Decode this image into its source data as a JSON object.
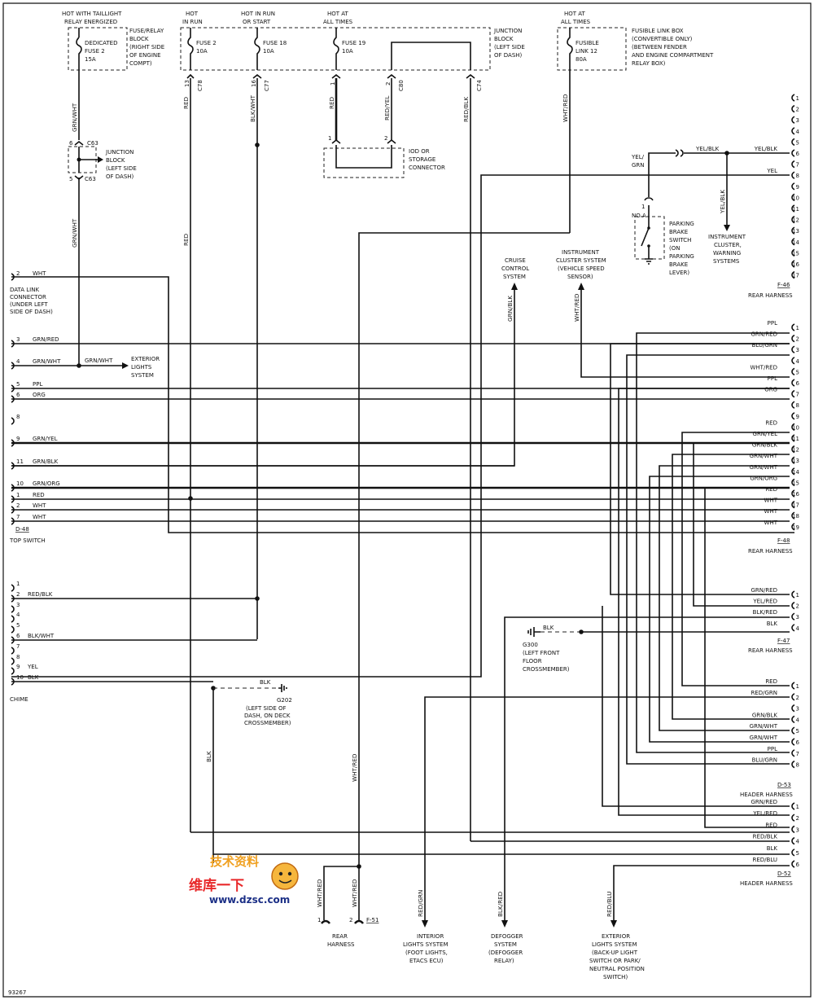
{
  "fig_id": "93267",
  "sources": {
    "s1": [
      "HOT WITH TAILLIGHT",
      "RELAY ENERGIZED"
    ],
    "s2": [
      "HOT",
      "IN RUN"
    ],
    "s3": [
      "HOT IN RUN",
      "OR START"
    ],
    "s4": [
      "HOT AT",
      "ALL TIMES"
    ],
    "s5": [
      "HOT AT",
      "ALL TIMES"
    ]
  },
  "fuses": {
    "f1": [
      "DEDICATED",
      "FUSE 2",
      "15A"
    ],
    "f2": [
      "FUSE 2",
      "10A"
    ],
    "f3": [
      "FUSE 18",
      "10A"
    ],
    "f4": [
      "FUSE 19",
      "10A"
    ],
    "f5": [
      "FUSIBLE",
      "LINK 12",
      "80A"
    ]
  },
  "blocks": {
    "fuse_relay": [
      "FUSE/RELAY",
      "BLOCK",
      "(RIGHT SIDE",
      "OF ENGINE",
      "COMPT)"
    ],
    "junction_top": [
      "JUNCTION",
      "BLOCK",
      "(LEFT SIDE",
      "OF DASH)"
    ],
    "fusible_box": [
      "FUSIBLE LINK BOX",
      "(CONVERTIBLE ONLY)",
      "(BETWEEN FENDER",
      "AND ENGINE COMPARTMENT",
      "RELAY BOX)"
    ],
    "junction_left": [
      "JUNCTION",
      "BLOCK",
      "(LEFT SIDE",
      "OF DASH)"
    ],
    "iod": [
      "IOD OR",
      "STORAGE",
      "CONNECTOR"
    ]
  },
  "connectors": {
    "c78": "C78",
    "c77": "C77",
    "c80": "C80",
    "c74": "C74",
    "c63a": "C63",
    "c63b": "C63",
    "pin13": "13",
    "pin16": "16",
    "pin1a": "1",
    "pin2a": "2",
    "iod1": "1",
    "iod2": "2",
    "c63_pin6": "6",
    "c63_pin5": "5"
  },
  "wires": {
    "grn_wht": "GRN/WHT",
    "red": "RED",
    "blk_wht": "BLK/WHT",
    "red_yel": "RED/YEL",
    "red_blk": "RED/BLK",
    "wht_red": "WHT/RED",
    "grn_blk": "GRN/BLK",
    "blk": "BLK",
    "red_grn": "RED/GRN",
    "blk_red": "BLK/RED",
    "red_blu": "RED/BLU",
    "yel_blk": "YEL/BLK",
    "yel_grn": [
      "YEL/",
      "GRN"
    ]
  },
  "data_link": {
    "pin_num": "2",
    "wire": "WHT",
    "label": [
      "DATA LINK",
      "CONNECTOR",
      "(UNDER LEFT",
      "SIDE OF DASH)"
    ]
  },
  "top_switch": {
    "name": "TOP SWITCH",
    "id": "D-48",
    "pins": [
      {
        "pin": "3",
        "wire": "GRN/RED"
      },
      {
        "pin": "4",
        "wire": "GRN/WHT"
      },
      {
        "pin": "5",
        "wire": "PPL"
      },
      {
        "pin": "6",
        "wire": "ORG"
      },
      {
        "pin": "8",
        "wire": ""
      },
      {
        "pin": "9",
        "wire": "GRN/YEL"
      },
      {
        "pin": "11",
        "wire": "GRN/BLK"
      },
      {
        "pin": "10",
        "wire": "GRN/ORG"
      },
      {
        "pin": "1",
        "wire": "RED"
      },
      {
        "pin": "2",
        "wire": "WHT"
      },
      {
        "pin": "7",
        "wire": "WHT"
      }
    ]
  },
  "chime": {
    "name": "CHIME",
    "pins": [
      {
        "pin": "1",
        "wire": ""
      },
      {
        "pin": "2",
        "wire": "RED/BLK"
      },
      {
        "pin": "3",
        "wire": ""
      },
      {
        "pin": "4",
        "wire": ""
      },
      {
        "pin": "5",
        "wire": ""
      },
      {
        "pin": "6",
        "wire": "BLK/WHT"
      },
      {
        "pin": "7",
        "wire": ""
      },
      {
        "pin": "8",
        "wire": ""
      },
      {
        "pin": "9",
        "wire": "YEL"
      },
      {
        "pin": "10",
        "wire": "BLK"
      }
    ]
  },
  "f46": {
    "id": "F-46",
    "name": "REAR HARNESS",
    "pins": [
      {
        "pin": "1",
        "wire": ""
      },
      {
        "pin": "2",
        "wire": ""
      },
      {
        "pin": "3",
        "wire": ""
      },
      {
        "pin": "4",
        "wire": ""
      },
      {
        "pin": "5",
        "wire": ""
      },
      {
        "pin": "6",
        "wire": "YEL/BLK"
      },
      {
        "pin": "7",
        "wire": ""
      },
      {
        "pin": "8",
        "wire": "YEL"
      },
      {
        "pin": "9",
        "wire": ""
      },
      {
        "pin": "10",
        "wire": ""
      },
      {
        "pin": "11",
        "wire": ""
      },
      {
        "pin": "12",
        "wire": ""
      },
      {
        "pin": "13",
        "wire": ""
      },
      {
        "pin": "14",
        "wire": ""
      },
      {
        "pin": "15",
        "wire": ""
      },
      {
        "pin": "16",
        "wire": ""
      },
      {
        "pin": "17",
        "wire": ""
      }
    ]
  },
  "f48": {
    "id": "F-48",
    "name": "REAR HARNESS",
    "pins": [
      {
        "pin": "1",
        "wire": "PPL"
      },
      {
        "pin": "2",
        "wire": "GRN/RED"
      },
      {
        "pin": "3",
        "wire": "BLU/GRN"
      },
      {
        "pin": "4",
        "wire": ""
      },
      {
        "pin": "5",
        "wire": "WHT/RED"
      },
      {
        "pin": "6",
        "wire": "PPL"
      },
      {
        "pin": "7",
        "wire": "ORG"
      },
      {
        "pin": "8",
        "wire": ""
      },
      {
        "pin": "9",
        "wire": ""
      },
      {
        "pin": "10",
        "wire": "RED"
      },
      {
        "pin": "11",
        "wire": "GRN/YEL"
      },
      {
        "pin": "12",
        "wire": "GRN/BLK"
      },
      {
        "pin": "13",
        "wire": "GRN/WHT"
      },
      {
        "pin": "14",
        "wire": "GRN/WHT"
      },
      {
        "pin": "15",
        "wire": "GRN/ORG"
      },
      {
        "pin": "16",
        "wire": "RED"
      },
      {
        "pin": "17",
        "wire": "WHT"
      },
      {
        "pin": "18",
        "wire": "WHT"
      },
      {
        "pin": "19",
        "wire": "WHT"
      }
    ]
  },
  "f47": {
    "id": "F-47",
    "name": "REAR HARNESS",
    "pins": [
      {
        "pin": "1",
        "wire": "GRN/RED"
      },
      {
        "pin": "2",
        "wire": "YEL/RED"
      },
      {
        "pin": "3",
        "wire": "BLK/RED"
      },
      {
        "pin": "4",
        "wire": "BLK"
      }
    ]
  },
  "d53": {
    "id": "D-53",
    "name": "HEADER HARNESS",
    "pins": [
      {
        "pin": "1",
        "wire": "RED"
      },
      {
        "pin": "2",
        "wire": "RED/GRN"
      },
      {
        "pin": "3",
        "wire": ""
      },
      {
        "pin": "4",
        "wire": "GRN/BLK"
      },
      {
        "pin": "5",
        "wire": "GRN/WHT"
      },
      {
        "pin": "6",
        "wire": "GRN/WHT"
      },
      {
        "pin": "7",
        "wire": "PPL"
      },
      {
        "pin": "8",
        "wire": "BLU/GRN"
      }
    ]
  },
  "d52": {
    "id": "D-52",
    "name": "HEADER HARNESS",
    "pins": [
      {
        "pin": "1",
        "wire": "GRN/RED"
      },
      {
        "pin": "2",
        "wire": "YEL/RED"
      },
      {
        "pin": "3",
        "wire": "RED"
      },
      {
        "pin": "4",
        "wire": "RED/BLK"
      },
      {
        "pin": "5",
        "wire": "BLK"
      },
      {
        "pin": "6",
        "wire": "RED/BLU"
      }
    ]
  },
  "f51": {
    "id": "F-51",
    "name": [
      "REAR",
      "HARNESS"
    ],
    "pin1": "1",
    "pin2": "2",
    "wire1": "WHT/RED",
    "wire2": "WHT/RED"
  },
  "systems": {
    "exterior_lights": [
      "EXTERIOR",
      "LIGHTS",
      "SYSTEM"
    ],
    "cruise": [
      "CRUISE",
      "CONTROL",
      "SYSTEM"
    ],
    "instrument_speed": [
      "INSTRUMENT",
      "CLUSTER SYSTEM",
      "(VEHICLE SPEED",
      "SENSOR)"
    ],
    "instrument_warning": [
      "INSTRUMENT",
      "CLUSTER,",
      "WARNING",
      "SYSTEMS"
    ],
    "interior_lights": [
      "INTERIOR",
      "LIGHTS SYSTEM",
      "(FOOT LIGHTS,",
      "ETACS ECU)"
    ],
    "defogger": [
      "DEFOGGER",
      "SYSTEM",
      "(DEFOGGER",
      "RELAY)"
    ],
    "exterior_backup": [
      "EXTERIOR",
      "LIGHTS SYSTEM",
      "(BACK-UP LIGHT",
      "SWITCH OR PARK/",
      "NEUTRAL POSITION",
      "SWITCH)"
    ]
  },
  "parking_brake": {
    "noa": "NO A",
    "pin": "1",
    "label": [
      "PARKING",
      "BRAKE",
      "SWITCH",
      "(ON",
      "PARKING",
      "BRAKE",
      "LEVER)"
    ]
  },
  "grounds": {
    "g202": [
      "G202",
      "(LEFT SIDE OF",
      "DASH, ON DECK",
      "CROSSMEMBER)"
    ],
    "g300": [
      "G300",
      "(LEFT FRONT",
      "FLOOR",
      "CROSSMEMBER)"
    ]
  },
  "watermark": {
    "line1": "维库一下",
    "line2": "www.dzsc.com",
    "badge": "技术资料"
  }
}
